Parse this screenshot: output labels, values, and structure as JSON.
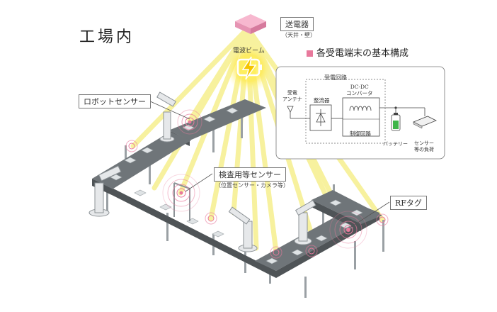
{
  "title": "工場内",
  "transmitter": {
    "label": "送電器",
    "sub": "（天井・壁）"
  },
  "beam": {
    "label": "電波ビーム"
  },
  "callouts": {
    "robot_sensor": "ロボットセンサー",
    "inspection_sensor": "検査用等センサー",
    "inspection_sub": "（位置センサー・カメラ等）",
    "rf_tag": "RFタグ"
  },
  "basic_config": {
    "title": "各受電端末の基本構成",
    "receive_circuit": "受電回路",
    "antenna": "受電\nアンテナ",
    "rectifier": "整流器",
    "dcdc": "DC-DC\nコンバータ",
    "control": "制御回路",
    "battery": "バッテリー",
    "load": "センサー\n等の負荷"
  },
  "colors": {
    "beam": "#f6ef8e",
    "pink": "#e8799c",
    "conveyor": "#6f7579",
    "accent_bolt": "#f5c400"
  }
}
